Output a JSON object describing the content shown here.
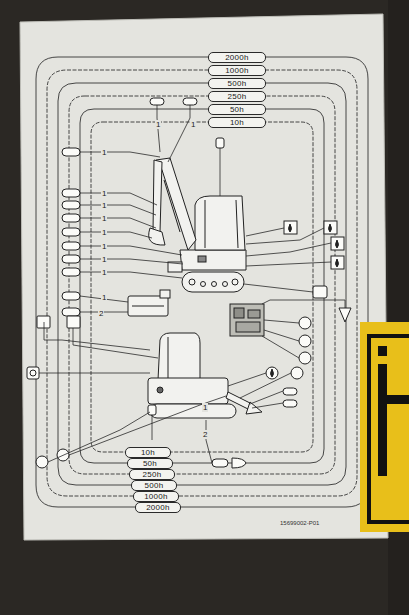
{
  "diagram": {
    "nodes": [
      {
        "text": [
          "2000h"
        ]
      },
      {
        "text": [
          "1000h"
        ]
      },
      {
        "text": [
          "500h"
        ]
      },
      {
        "text": [
          "250h"
        ]
      },
      {
        "text": [
          "50h"
        ]
      },
      {
        "text": [
          "10h"
        ]
      },
      {
        "text": [
          "10h"
        ]
      },
      {
        "text": [
          "50h"
        ]
      },
      {
        "text": [
          "250h"
        ]
      },
      {
        "text": [
          "500h"
        ]
      },
      {
        "text": [
          "1000h"
        ]
      },
      {
        "text": [
          "2000h"
        ]
      }
    ],
    "labels": [
      "1",
      "1",
      "1",
      "1",
      "1",
      "1",
      "1",
      "1",
      "1",
      "1",
      "1",
      "2",
      "1",
      "2",
      "15699002-P01"
    ]
  }
}
